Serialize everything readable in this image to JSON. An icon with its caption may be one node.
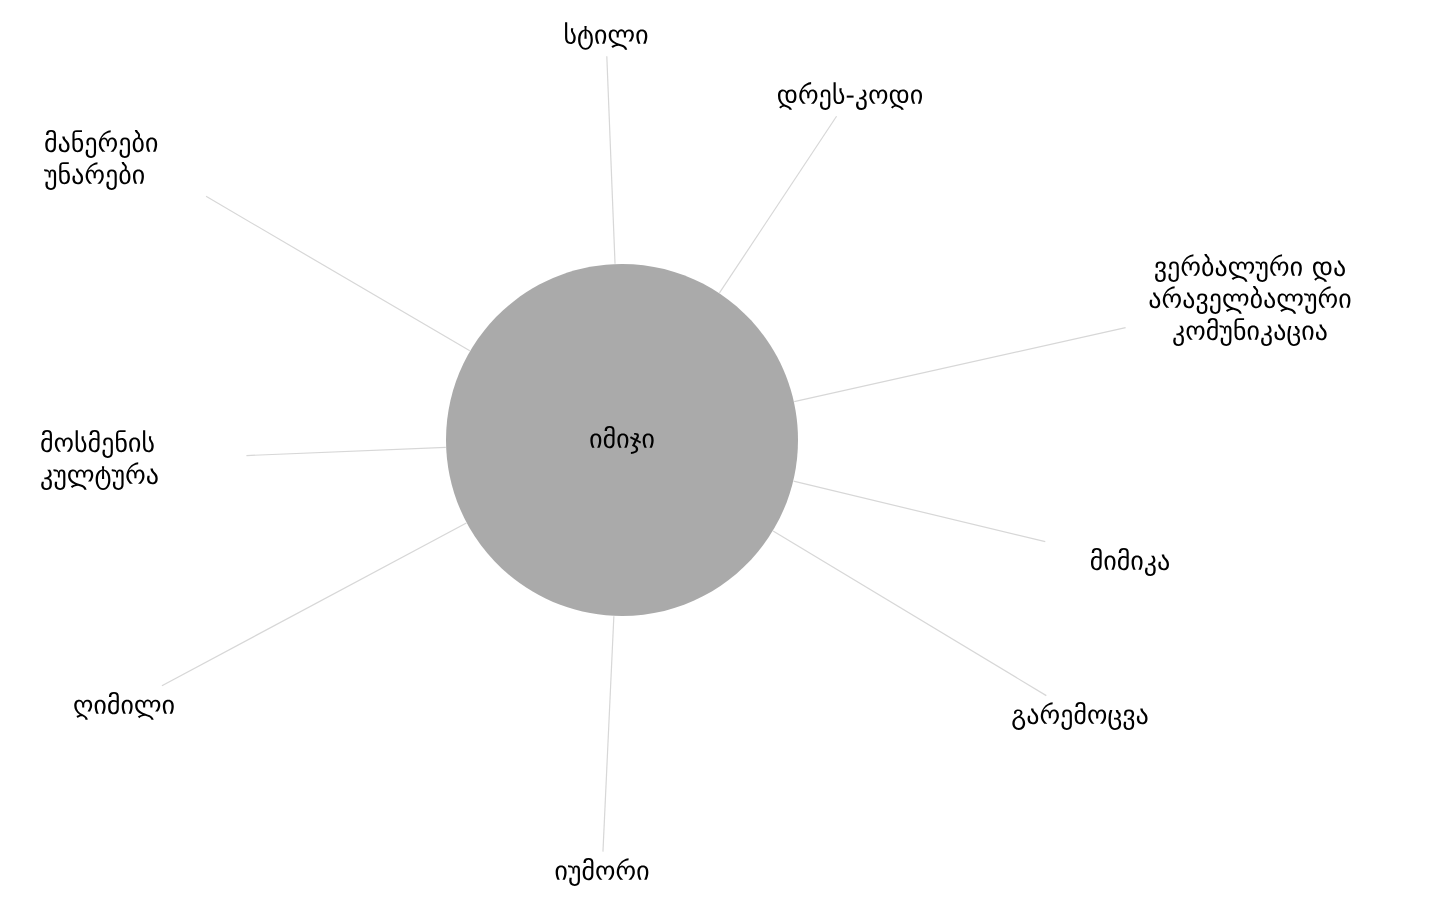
{
  "diagram": {
    "nodes": [
      {
        "text": [
          "იმიჯი"
        ]
      },
      {
        "text": [
          "სტილი"
        ]
      },
      {
        "text": [
          "დრეს-კოდი"
        ]
      },
      {
        "text": [
          "ვერბალური და არაველბალური კომუნიკაცია"
        ]
      },
      {
        "text": [
          "მიმიკა"
        ]
      },
      {
        "text": [
          "გარემოცვა"
        ]
      },
      {
        "text": [
          "იუმორი"
        ]
      },
      {
        "text": [
          "ღიმილი"
        ]
      },
      {
        "text": [
          "მოსმენის კულტურა"
        ]
      },
      {
        "text": [
          "მანერები უნარები"
        ]
      }
    ],
    "edges": [
      {
        "from": 0,
        "to": 1,
        "arrow": "none"
      },
      {
        "from": 0,
        "to": 2,
        "arrow": "none"
      },
      {
        "from": 0,
        "to": 3,
        "arrow": "none"
      },
      {
        "from": 0,
        "to": 4,
        "arrow": "none"
      },
      {
        "from": 0,
        "to": 5,
        "arrow": "none"
      },
      {
        "from": 0,
        "to": 6,
        "arrow": "none"
      },
      {
        "from": 0,
        "to": 7,
        "arrow": "none"
      },
      {
        "from": 0,
        "to": 8,
        "arrow": "none"
      },
      {
        "from": 0,
        "to": 9,
        "arrow": "none"
      }
    ]
  }
}
